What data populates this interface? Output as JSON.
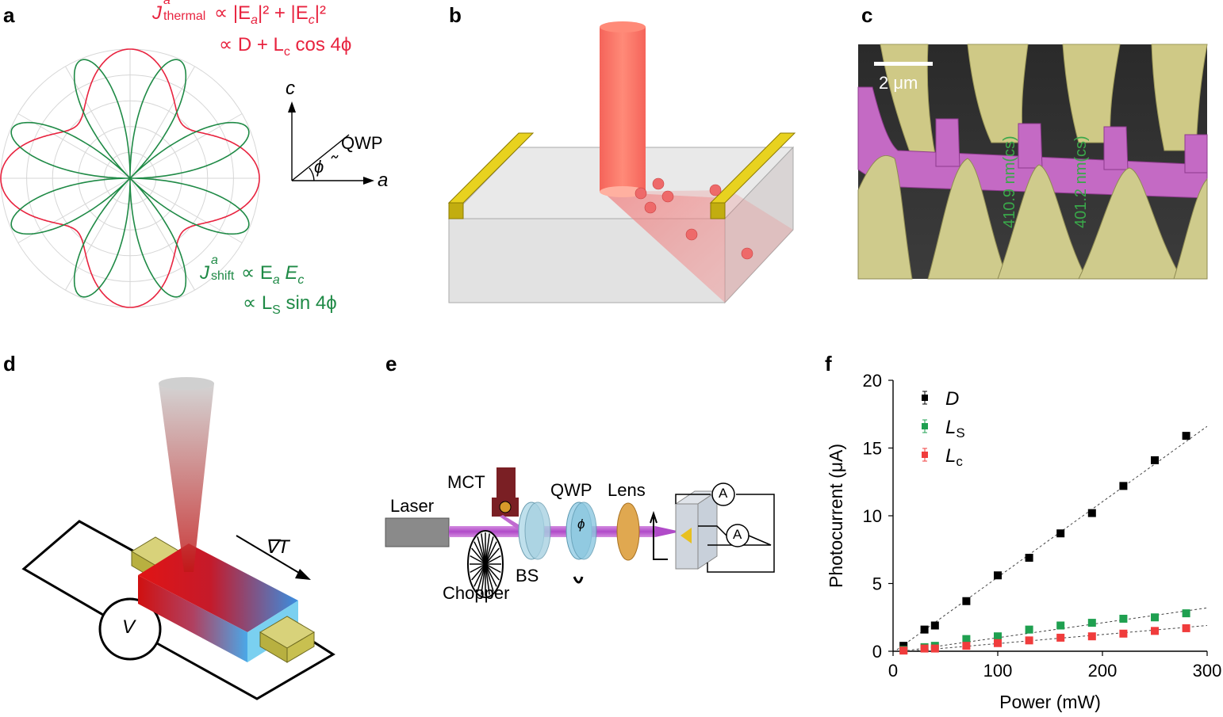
{
  "panels": {
    "a": {
      "label": "a",
      "thermal_eq1_lhs": "J",
      "thermal_eq1_sup": "a",
      "thermal_eq1_sub": "thermal",
      "thermal_eq1_rhs": "∝ |E",
      "thermal_eq1_rest": "|² + |E",
      "thermal_eq1_end": "|²",
      "thermal_eq2": "∝ D + L",
      "thermal_eq2_sub": "c",
      "thermal_eq2_end": "cos 4ϕ",
      "shift_eq1_lhs": "J",
      "shift_eq1_sup": "a",
      "shift_eq1_sub": "shift",
      "shift_eq1_rhs": "∝ E",
      "shift_eq2": "∝ L",
      "shift_eq2_sub": "S",
      "shift_eq2_end": "sin 4ϕ",
      "axis_c": "c",
      "axis_a": "a",
      "qwp": "QWP",
      "phi": "ϕ",
      "thermal_color": "#e8233f",
      "shift_color": "#1f8a46"
    },
    "b": {
      "label": "b"
    },
    "c": {
      "label": "c",
      "scale_bar": "2 μm",
      "meas1": "410.9 nm(cs)",
      "meas2": "401.2 nm(cs)"
    },
    "d": {
      "label": "d",
      "gradient": "∇T",
      "voltmeter": "V"
    },
    "e": {
      "label": "e",
      "laser": "Laser",
      "mct": "MCT",
      "qwp": "QWP",
      "lens": "Lens",
      "bs": "BS",
      "chopper": "Chopper",
      "phi": "ϕ",
      "ammeter1": "A",
      "ammeter2": "A"
    },
    "f": {
      "label": "f"
    }
  },
  "chart_data": {
    "type": "scatter",
    "xlabel": "Power (mW)",
    "ylabel": "Photocurrent (μA)",
    "xlim": [
      0,
      300
    ],
    "ylim": [
      0,
      20
    ],
    "xticks": [
      0,
      100,
      200,
      300
    ],
    "yticks": [
      0,
      5,
      10,
      15,
      20
    ],
    "legend_position": "top-left",
    "series": [
      {
        "name": "D",
        "color": "#000000",
        "x": [
          10,
          30,
          40,
          70,
          100,
          130,
          160,
          190,
          220,
          250,
          280
        ],
        "y": [
          0.4,
          1.6,
          1.9,
          3.7,
          5.6,
          6.9,
          8.7,
          10.2,
          12.2,
          14.1,
          15.9
        ],
        "fit": [
          [
            0,
            -0.1
          ],
          [
            300,
            16.6
          ]
        ]
      },
      {
        "name": "L",
        "sub": "S",
        "color": "#1fa050",
        "x": [
          10,
          30,
          40,
          70,
          100,
          130,
          160,
          190,
          220,
          250,
          280
        ],
        "y": [
          0.1,
          0.3,
          0.4,
          0.9,
          1.1,
          1.6,
          1.9,
          2.1,
          2.4,
          2.5,
          2.8
        ],
        "fit": [
          [
            0,
            -0.1
          ],
          [
            300,
            3.2
          ]
        ]
      },
      {
        "name": "L",
        "sub": "c",
        "color": "#f03c3c",
        "x": [
          10,
          30,
          40,
          70,
          100,
          130,
          160,
          190,
          220,
          250,
          280
        ],
        "y": [
          0.05,
          0.2,
          0.2,
          0.4,
          0.6,
          0.8,
          1.0,
          1.1,
          1.3,
          1.5,
          1.7
        ],
        "fit": [
          [
            0,
            -0.1
          ],
          [
            300,
            1.9
          ]
        ]
      }
    ]
  }
}
